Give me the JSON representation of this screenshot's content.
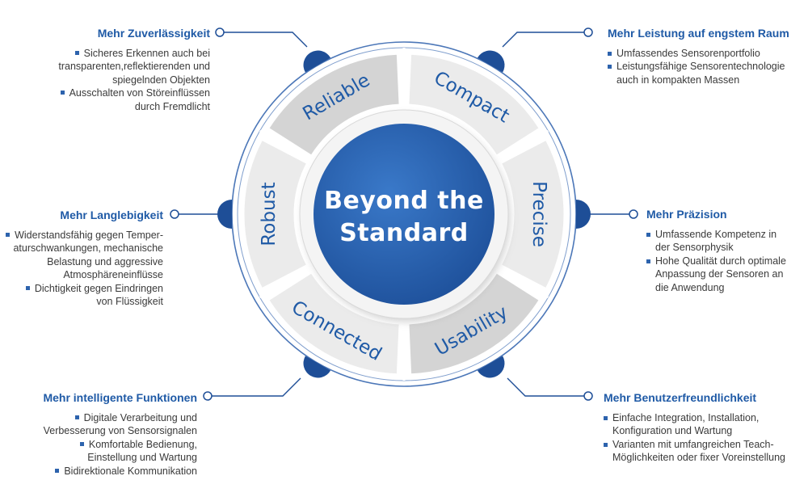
{
  "center": {
    "line1": "Beyond the",
    "line2": "Standard"
  },
  "segments": [
    {
      "key": "reliable",
      "label": "Reliable",
      "shade": "dark"
    },
    {
      "key": "compact",
      "label": "Compact",
      "shade": "light"
    },
    {
      "key": "precise",
      "label": "Precise",
      "shade": "light"
    },
    {
      "key": "usability",
      "label": "Usability",
      "shade": "dark"
    },
    {
      "key": "connected",
      "label": "Connected",
      "shade": "light"
    },
    {
      "key": "robust",
      "label": "Robust",
      "shade": "light"
    }
  ],
  "blocks": {
    "reliable": {
      "title": "Mehr Zuverlässigkeit",
      "items": [
        [
          "Sicheres Erkennen auch bei",
          "transparenten,reflektierenden und",
          "spiegelnden Objekten"
        ],
        [
          "Ausschalten von Störeinflüssen",
          "durch Fremdlicht"
        ]
      ]
    },
    "compact": {
      "title": "Mehr Leistung auf engstem Raum",
      "items": [
        [
          "Umfassendes Sensorenportfolio"
        ],
        [
          "Leistungsfähige Sensorentechnologie",
          "auch in kompakten Massen"
        ]
      ]
    },
    "robust": {
      "title": "Mehr Langlebigkeit",
      "items": [
        [
          "Widerstandsfähig gegen Temper-",
          "aturschwankungen, mechanische",
          "Belastung und aggressive",
          "Atmosphäreneinflüsse"
        ],
        [
          "Dichtigkeit gegen Eindringen",
          "von Flüssigkeit"
        ]
      ]
    },
    "precise": {
      "title": "Mehr Präzision",
      "items": [
        [
          "Umfassende Kompetenz in",
          "der Sensorphysik"
        ],
        [
          "Hohe Qualität durch optimale",
          "Anpassung der Sensoren an",
          "die Anwendung"
        ]
      ]
    },
    "connected": {
      "title": "Mehr intelligente Funktionen",
      "items": [
        [
          "Digitale Verarbeitung und",
          "Verbesserung von Sensorsignalen"
        ],
        [
          "Komfortable Bedienung,",
          "Einstellung und Wartung"
        ],
        [
          "Bidirektionale Kommunikation"
        ]
      ]
    },
    "usability": {
      "title": "Mehr Benutzerfreundlichkeit",
      "items": [
        [
          "Einfache Integration, Installation,",
          "Konfiguration und Wartung"
        ],
        [
          "Varianten mit umfangreichen Teach-",
          "Möglichkeiten oder fixer Voreinstellung"
        ]
      ]
    }
  },
  "colors": {
    "accent_blue": "#1f5aa6",
    "dark_blue": "#1e4e97",
    "segment_dark": "#d4d4d4",
    "segment_light": "#ebebeb",
    "ring_line": "#4c77b8"
  }
}
